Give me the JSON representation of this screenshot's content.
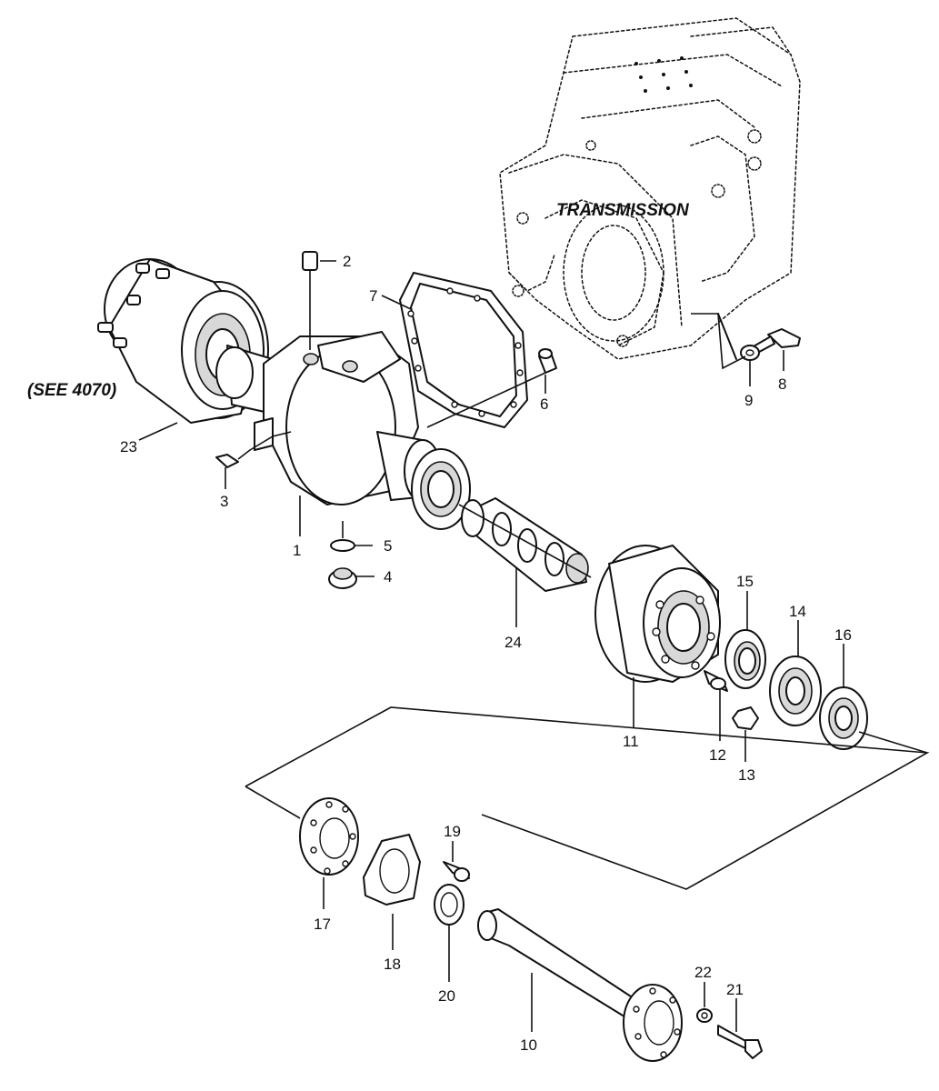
{
  "labels": {
    "transmission": "TRANSMISSION",
    "see_ref": "(SEE 4070)"
  },
  "callouts": {
    "p1": "1",
    "p2": "2",
    "p3": "3",
    "p4": "4",
    "p5": "5",
    "p6": "6",
    "p7": "7",
    "p8": "8",
    "p9": "9",
    "p10": "10",
    "p11": "11",
    "p12": "12",
    "p13": "13",
    "p14": "14",
    "p15": "15",
    "p16": "16",
    "p17": "17",
    "p18": "18",
    "p19": "19",
    "p20": "20",
    "p21": "21",
    "p22": "22",
    "p23": "23",
    "p24": "24"
  }
}
